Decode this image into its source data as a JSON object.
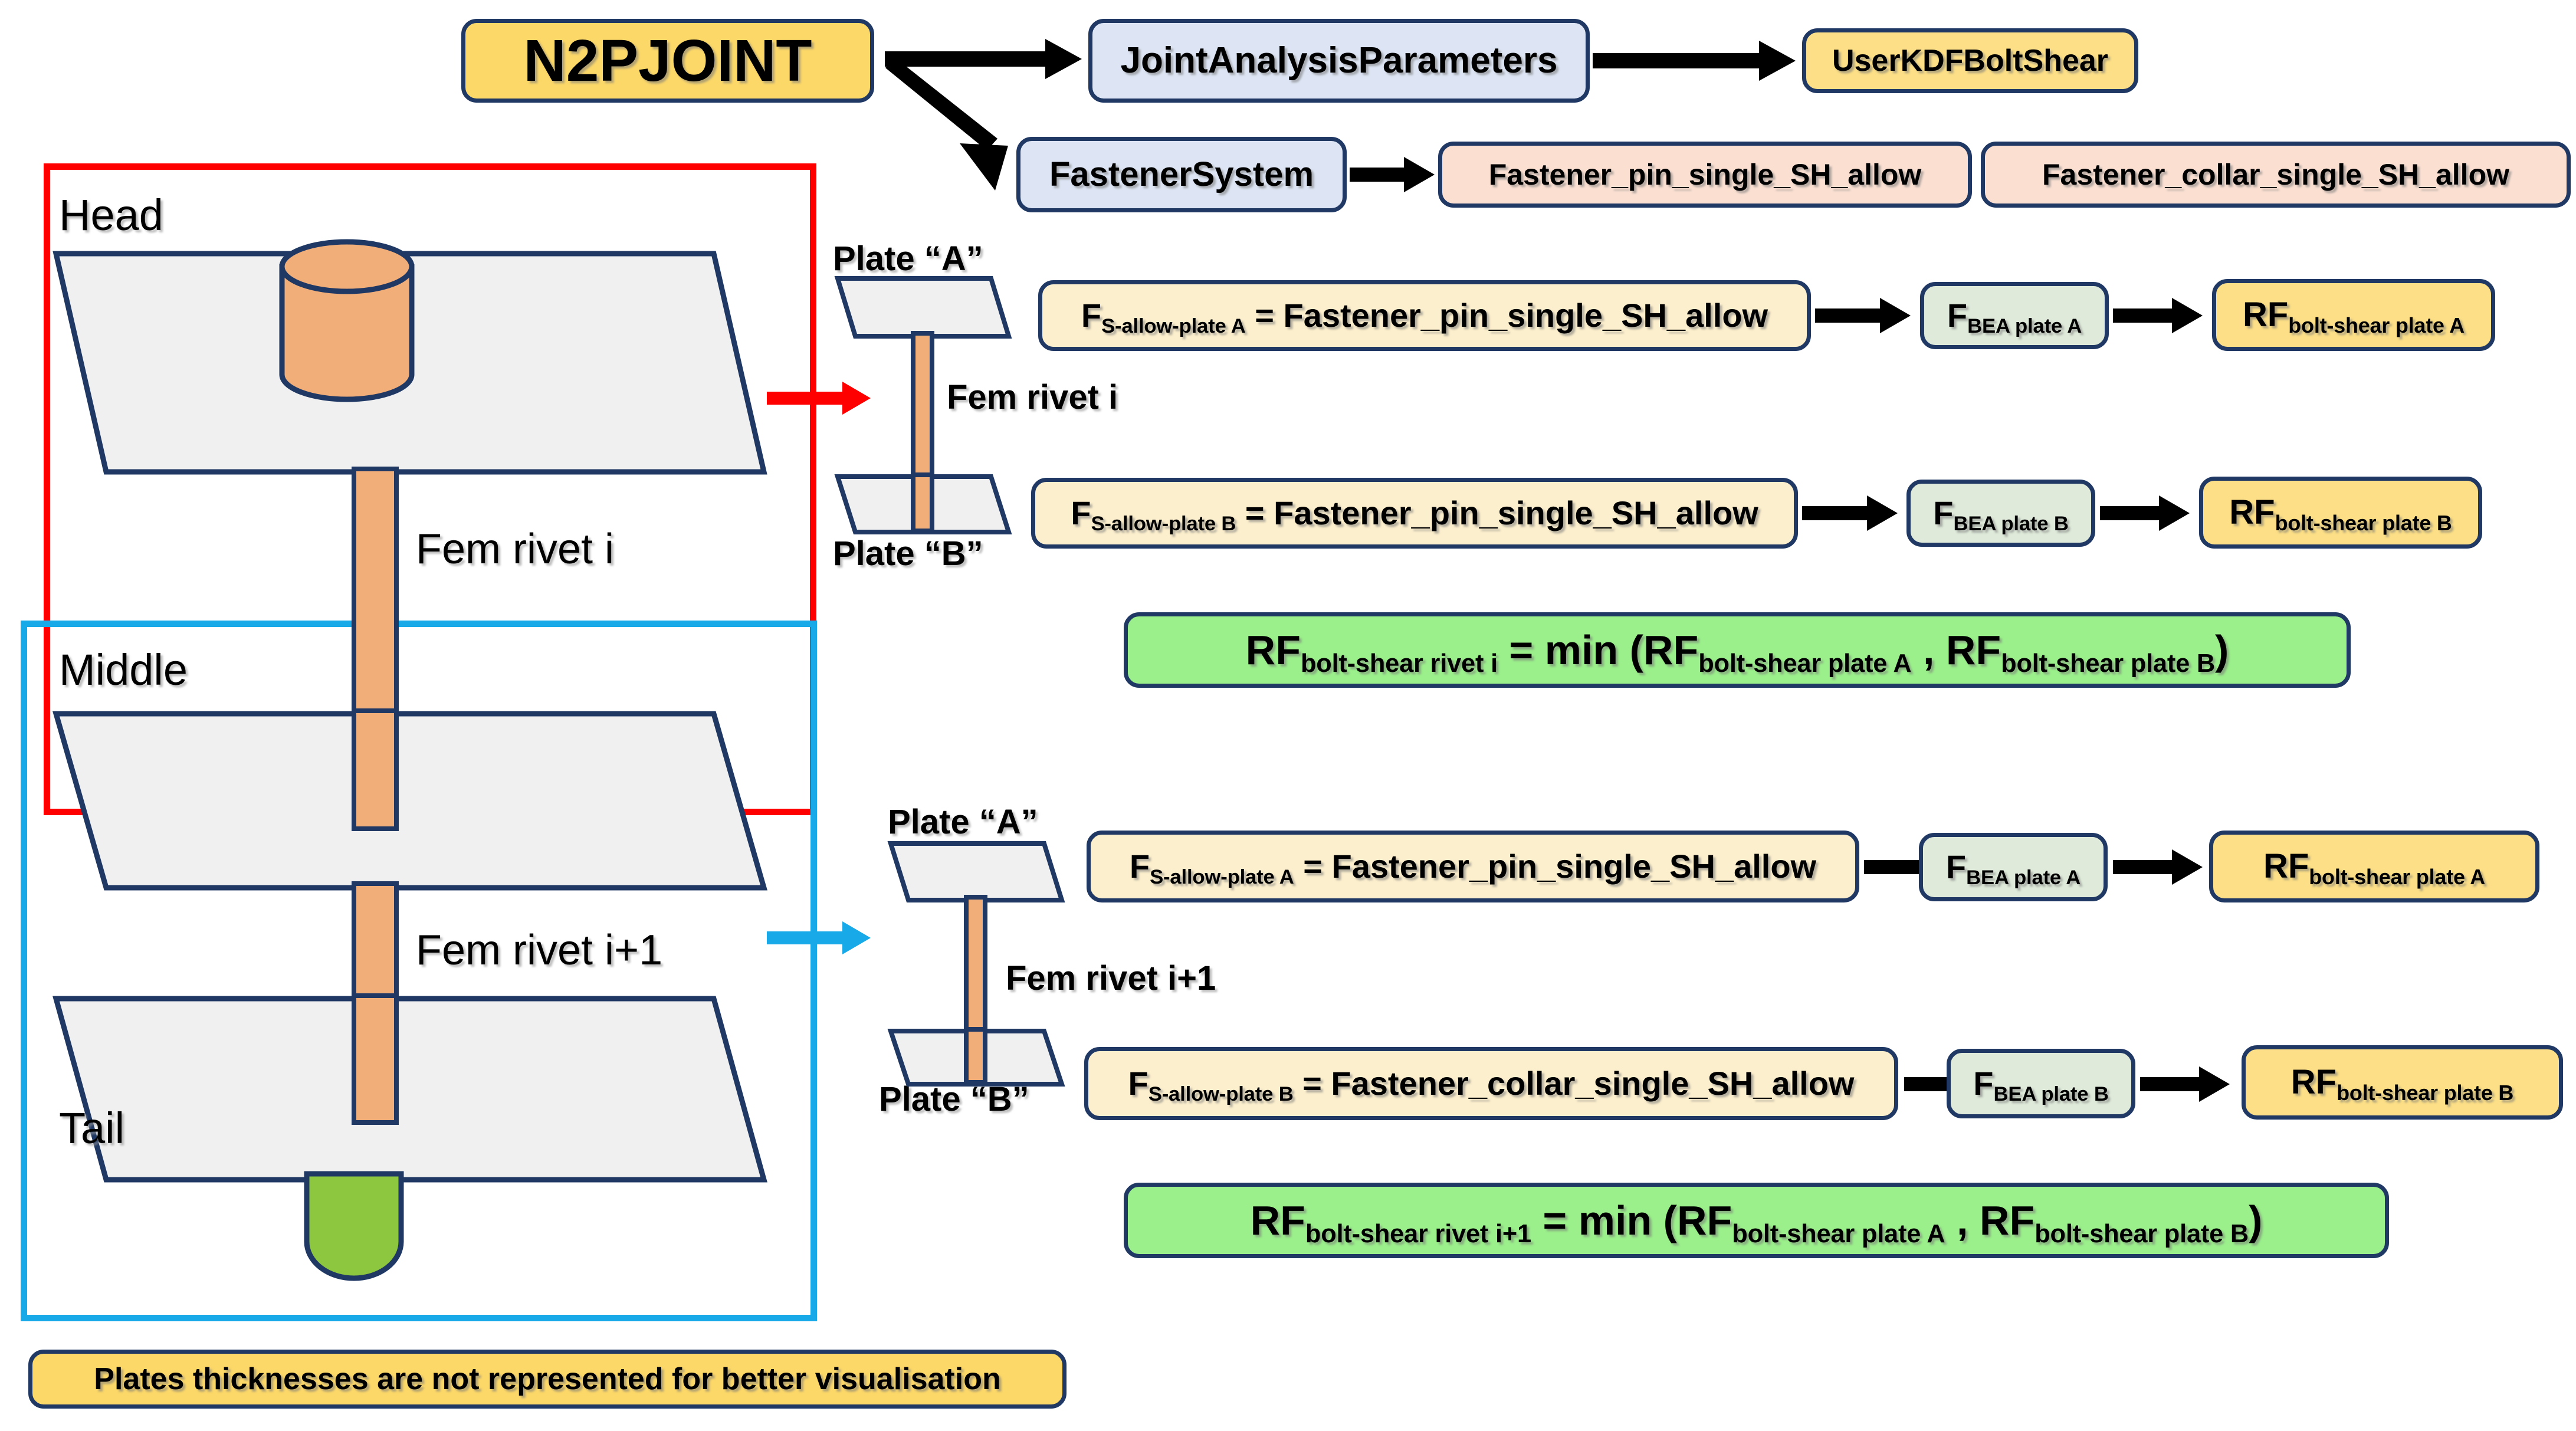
{
  "colors": {
    "node_border": "#1f3864",
    "yellow": "#fcd869",
    "light_yellow": "#fcdf86",
    "blue": "#dde5f4",
    "peach": "#fbe0d2",
    "cream": "#fcefcd",
    "mint": "#dfeada",
    "green": "#9bf08b",
    "frame_red": "#ff0000",
    "frame_blue": "#17a9e8",
    "plate_fill": "#f0f0f0",
    "plate_stroke": "#1f3864",
    "rivet_orange": "#f2ae78",
    "collar_green": "#8dc63f"
  },
  "flow": {
    "root": "N2PJOINT",
    "joint_analysis_parameters": "JointAnalysisParameters",
    "user_kdf_bolt_shear": "UserKDFBoltShear",
    "fastener_system": "FastenerSystem",
    "fastener_pin_single_sh_allow": "Fastener_pin_single_SH_allow",
    "fastener_collar_single_sh_allow": "Fastener_collar_single_SH_allow"
  },
  "illustration": {
    "head_label": "Head",
    "middle_label": "Middle",
    "tail_label": "Tail",
    "rivet_i_label": "Fem rivet i",
    "rivet_i1_label": "Fem rivet i+1"
  },
  "rivet_i_block": {
    "plate_a_label": "Plate “A”",
    "plate_b_label": "Plate “B”",
    "rivet_label": "Fem rivet i",
    "row_a": {
      "formula_prefix": "F",
      "formula_sub": "S-allow-plate A",
      "formula_rest": "= Fastener_pin_single_SH_allow",
      "bea_prefix": "F",
      "bea_sub": "BEA plate A",
      "rf_prefix": "RF",
      "rf_sub": "bolt-shear plate A"
    },
    "row_b": {
      "formula_prefix": "F",
      "formula_sub": "S-allow-plate B",
      "formula_rest": "= Fastener_pin_single_SH_allow",
      "bea_prefix": "F",
      "bea_sub": "BEA plate B",
      "rf_prefix": "RF",
      "rf_sub": "bolt-shear plate B"
    },
    "min_formula": {
      "lhs_prefix": "RF",
      "lhs_sub": "bolt-shear rivet i",
      "mid": "= min (RF",
      "arg1_sub": "bolt-shear plate A",
      "sep": " , RF",
      "arg2_sub": "bolt-shear plate B",
      "close": ")"
    }
  },
  "rivet_i1_block": {
    "plate_a_label": "Plate “A”",
    "plate_b_label": "Plate “B”",
    "rivet_label": "Fem rivet i+1",
    "row_a": {
      "formula_prefix": "F",
      "formula_sub": "S-allow-plate A",
      "formula_rest": "= Fastener_pin_single_SH_allow",
      "bea_prefix": "F",
      "bea_sub": "BEA plate A",
      "rf_prefix": "RF",
      "rf_sub": "bolt-shear plate A"
    },
    "row_b": {
      "formula_prefix": "F",
      "formula_sub": "S-allow-plate B",
      "formula_rest": "= Fastener_collar_single_SH_allow",
      "bea_prefix": "F",
      "bea_sub": "BEA plate B",
      "rf_prefix": "RF",
      "rf_sub": "bolt-shear plate B"
    },
    "min_formula": {
      "lhs_prefix": "RF",
      "lhs_sub": "bolt-shear rivet i+1",
      "mid": "= min (RF",
      "arg1_sub": "bolt-shear plate A",
      "sep": " , RF",
      "arg2_sub": "bolt-shear plate B",
      "close": ")"
    }
  },
  "footnote": "Plates thicknesses are not represented for better visualisation"
}
